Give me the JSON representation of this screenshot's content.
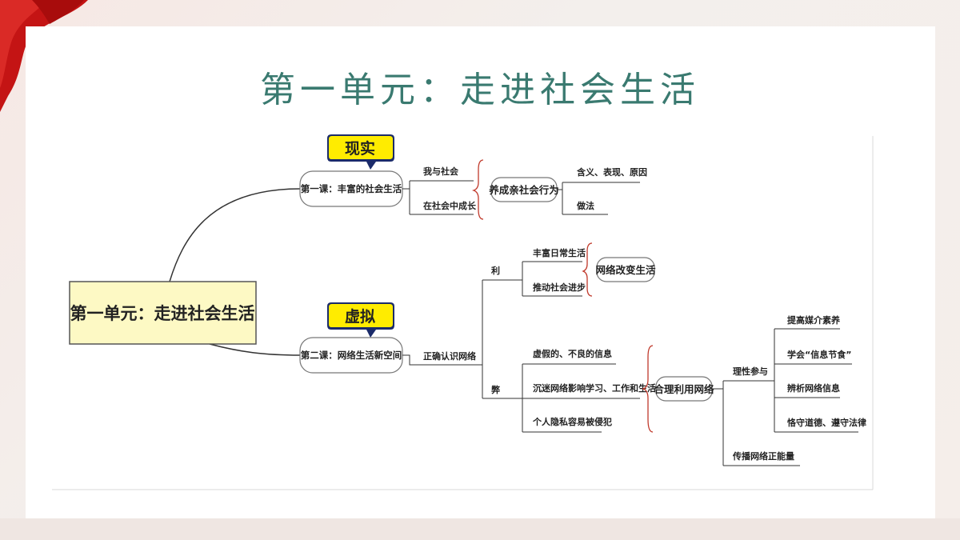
{
  "slide": {
    "title": "第一单元：走进社会生活"
  },
  "mindmap": {
    "root": "第一单元：走进社会生活",
    "tags": {
      "real": "现实",
      "virtual": "虚拟"
    },
    "lesson1": {
      "label": "第一课：丰富的社会生活",
      "topics": [
        "我与社会",
        "在社会中成长"
      ],
      "summary": "养成亲社会行为",
      "details": [
        "含义、表现、原因",
        "做法"
      ]
    },
    "lesson2": {
      "label": "第二课：网络生活新空间",
      "topic": "正确认识网络",
      "pros": {
        "label": "利",
        "items": [
          "丰富日常生活",
          "推动社会进步"
        ],
        "summary": "网络改变生活"
      },
      "cons": {
        "label": "弊",
        "items": [
          "虚假的、不良的信息",
          "沉迷网络影响学习、工作和生活",
          "个人隐私容易被侵犯"
        ],
        "summary": "合理利用网络"
      },
      "usage": {
        "participate": "理性参与",
        "participate_items": [
          "提高媒介素养",
          "学会“信息节食”",
          "辨析网络信息",
          "恪守道德、遵守法律"
        ],
        "spread": "传播网络正能量"
      }
    }
  },
  "colors": {
    "title": "#3a7a70",
    "root_fill": "#fdf9c4",
    "tag_fill": "#ffec00",
    "bracket": "#c0392b",
    "line": "#333333"
  }
}
